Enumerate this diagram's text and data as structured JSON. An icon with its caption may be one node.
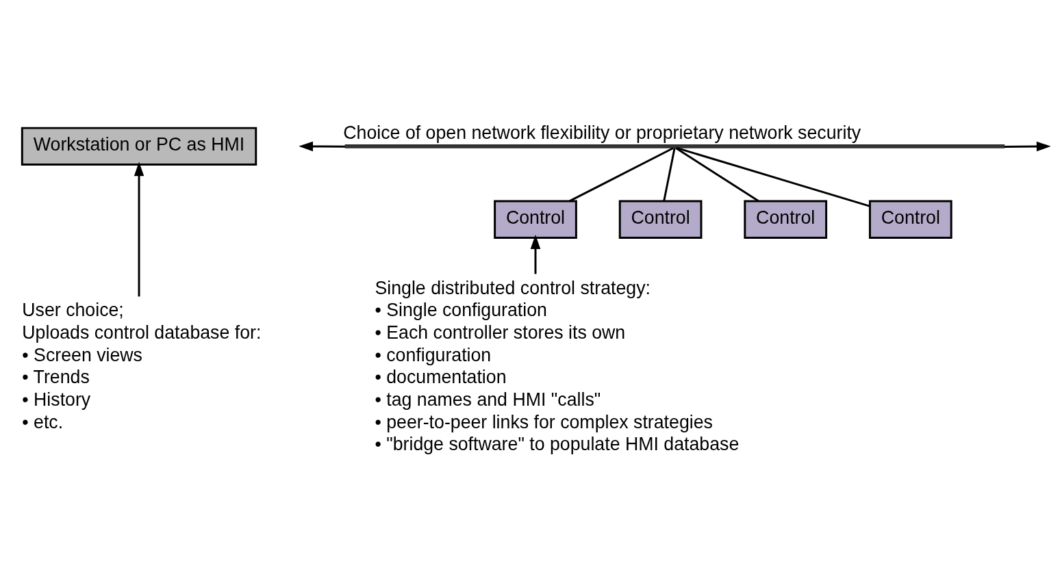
{
  "diagram": {
    "nodes": [
      {
        "text": [
          "Workstation or PC as HMI"
        ]
      },
      {
        "text": [
          "Choice of open network flexibility or proprietary network security"
        ]
      },
      {
        "text": [
          "Control"
        ]
      },
      {
        "text": [
          "Control"
        ]
      },
      {
        "text": [
          "Control"
        ]
      },
      {
        "text": [
          "Control"
        ]
      },
      {
        "text": [
          "User choice;",
          "Uploads control database for:",
          "• Screen views",
          "• Trends",
          "• History",
          "• etc."
        ]
      },
      {
        "text": [
          "Single distributed control strategy:",
          "• Single configuration",
          "• Each controller stores its own",
          "• configuration",
          "• documentation",
          "• tag names and HMI \"calls\"",
          "• peer-to-peer links for complex strategies",
          "• \"bridge software\" to populate HMI database"
        ]
      }
    ],
    "edges": [
      {
        "from": 1,
        "to": null,
        "arrow": "to"
      },
      {
        "from": 1,
        "to": null,
        "arrow": "to"
      },
      {
        "from": 1,
        "to": 2,
        "arrow": "none"
      },
      {
        "from": 1,
        "to": 3,
        "arrow": "none"
      },
      {
        "from": 1,
        "to": 4,
        "arrow": "none"
      },
      {
        "from": 1,
        "to": 5,
        "arrow": "none"
      },
      {
        "from": 6,
        "to": 0,
        "arrow": "to"
      },
      {
        "from": 7,
        "to": 2,
        "arrow": "to"
      }
    ]
  }
}
